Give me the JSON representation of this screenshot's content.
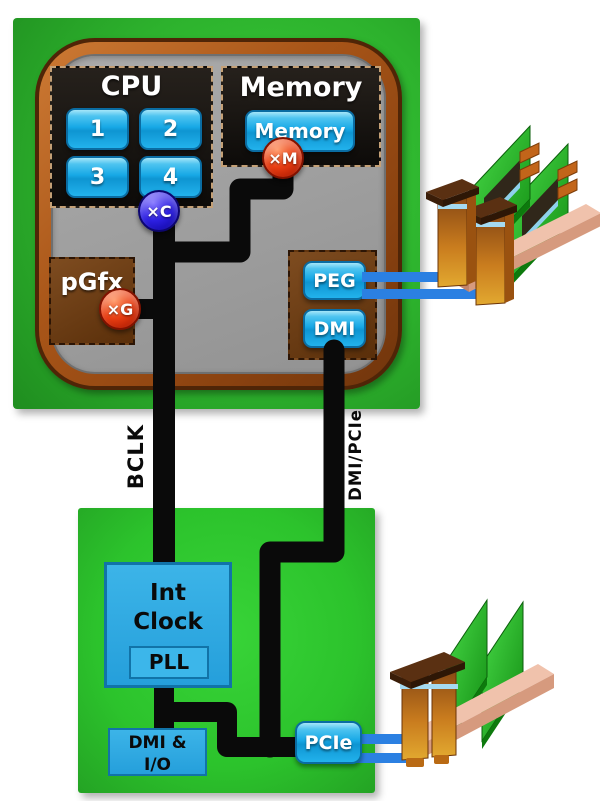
{
  "diagram": {
    "package": {
      "cpu": {
        "title": "CPU",
        "cores": [
          "1",
          "2",
          "3",
          "4"
        ],
        "badge": "×C"
      },
      "memory": {
        "title": "Memory",
        "controller_label": "Memory",
        "badge": "×M"
      },
      "pgfx": {
        "title": "pGfx",
        "badge": "×G"
      },
      "links": {
        "peg": "PEG",
        "dmi": "DMI"
      }
    },
    "buses": {
      "bclk": "BCLK",
      "dmi_pcie": "DMI/PCIe"
    },
    "chipset": {
      "int_clock": {
        "line1": "Int",
        "line2": "Clock"
      },
      "pll": "PLL",
      "dmi_io": {
        "line1": "DMI &",
        "line2": "I/O"
      },
      "pcie": "PCIe"
    },
    "colors": {
      "board_green": "#2db22d",
      "chipset_green": "#2cc32c",
      "package_brown": "#a85518",
      "die_gray": "#9b9b9b",
      "button_cyan": "#17a8e6",
      "bus_black": "#0a0a0a",
      "link_blue": "#2b80e2",
      "badge_red": "#e83d12",
      "badge_blue": "#2d20e2"
    }
  }
}
